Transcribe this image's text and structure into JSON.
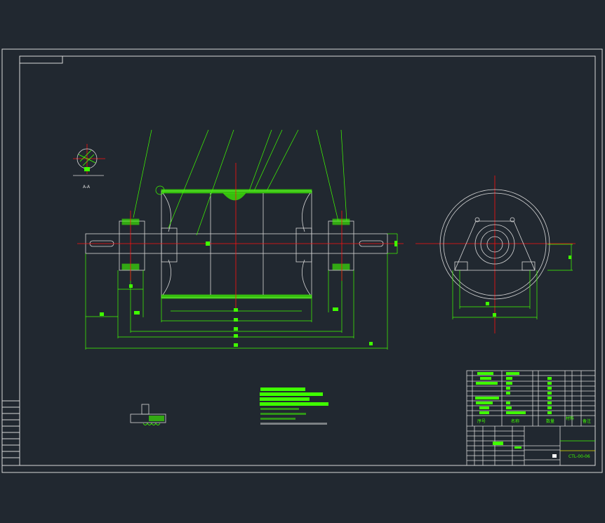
{
  "colors": {
    "background": "#212830",
    "frame": "#d8d8d8",
    "geometry": "#3fff00",
    "centerline": "#ff1010",
    "hatch": "#3fff00"
  },
  "section_label": "A-A",
  "title_block": {
    "headers": [
      "序号",
      "名称",
      "数量",
      "材料",
      "备注"
    ],
    "drawing_number": "CTL-00-06"
  }
}
